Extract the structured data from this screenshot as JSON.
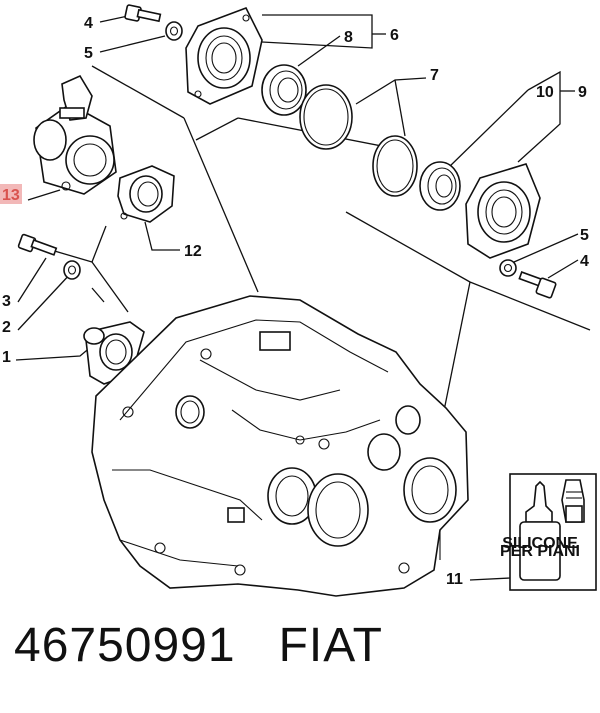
{
  "callouts": {
    "c1": "1",
    "c2": "2",
    "c3": "3",
    "c4a": "4",
    "c4b": "4",
    "c5a": "5",
    "c5b": "5",
    "c6": "6",
    "c7": "7",
    "c8": "8",
    "c9": "9",
    "c10": "10",
    "c11": "11",
    "c12": "12",
    "c13": "13"
  },
  "sealant_label": "SILICONE\nPER PIANI",
  "caption": "46750991   FIAT",
  "colors": {
    "ink": "#111111",
    "highlight_box": "#f2b8b8",
    "highlight_text": "#d9534f"
  }
}
